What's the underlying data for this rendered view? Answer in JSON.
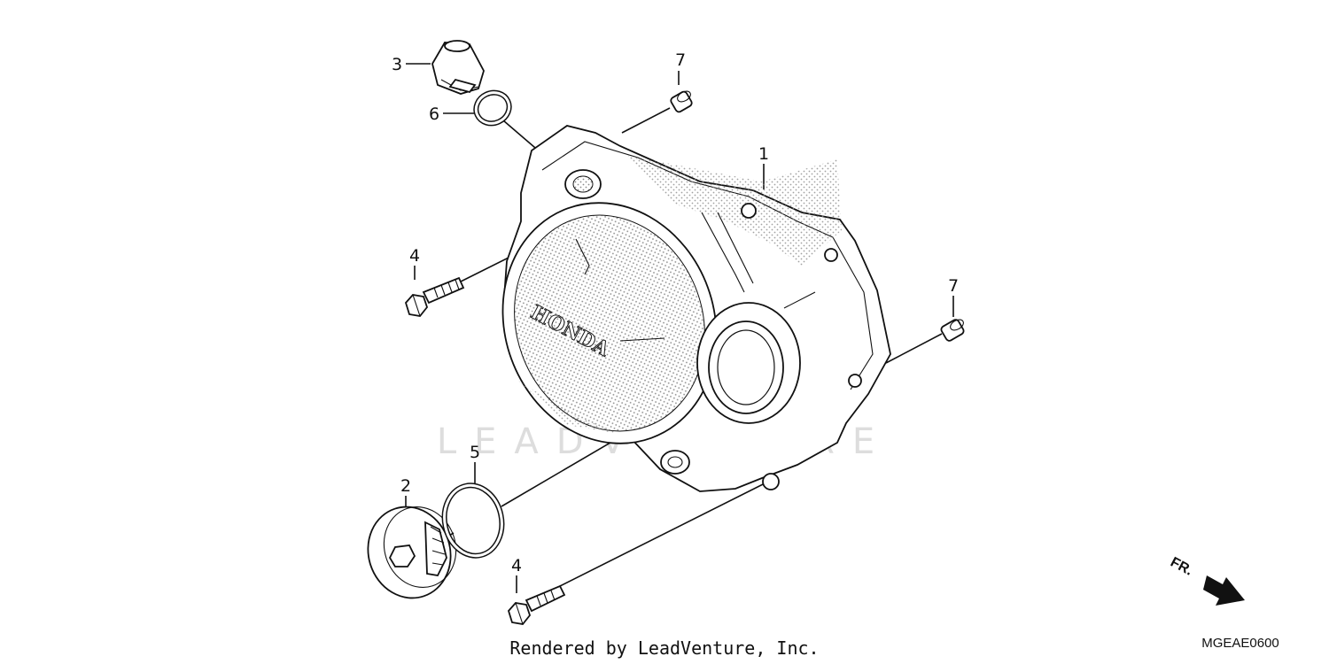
{
  "callouts": {
    "cover": "1",
    "cap_large": "2",
    "oil_filler_cap": "3",
    "bolt_upper": "4",
    "bolt_lower": "4",
    "o_ring_large": "5",
    "o_ring_small": "6",
    "dowel_upper": "7",
    "dowel_right": "7"
  },
  "cover_logo": "HONDA",
  "watermark": "LEADVENTURE",
  "footer": "Rendered by LeadVenture, Inc.",
  "diagram_code": "MGEAE0600",
  "direction_label": "FR.",
  "colors": {
    "line": "#111111",
    "stipple": "#8a8a8a",
    "watermark": "#d0d0d0"
  }
}
